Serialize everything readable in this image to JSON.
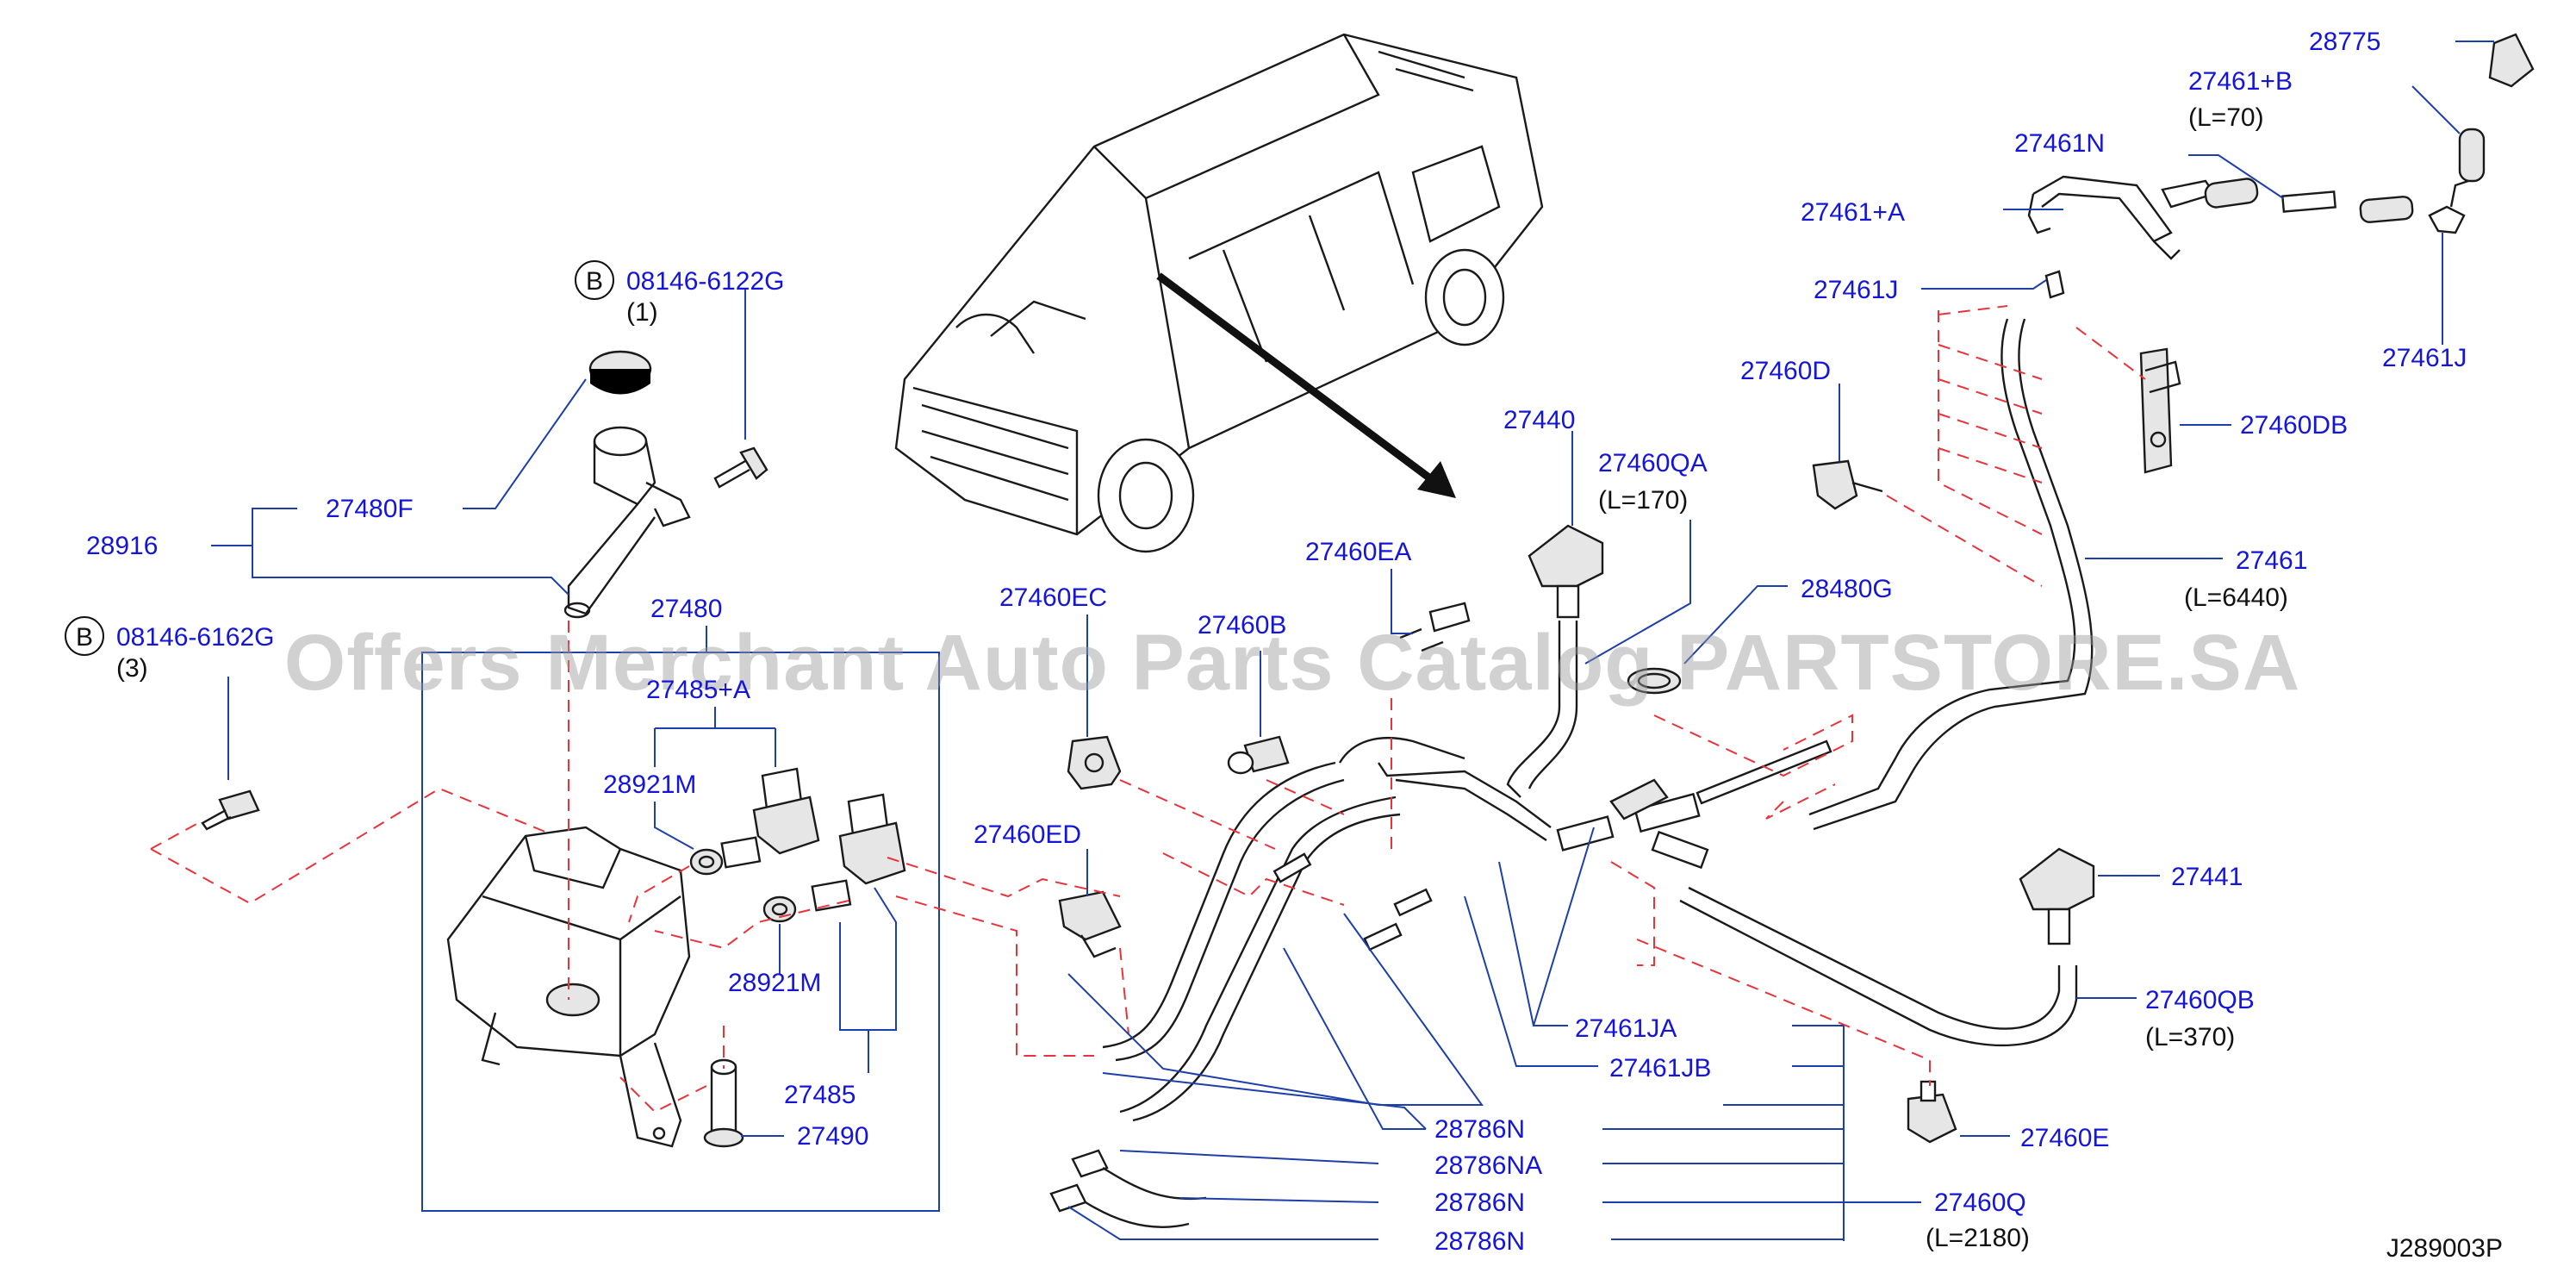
{
  "diagram_id": "J289003P",
  "watermark": "Offers Merchant Auto Parts Catalog PARTSTORE.SA",
  "bolt_callouts": [
    {
      "letter": "B",
      "number": "08146-6122G",
      "qty": "(1)"
    },
    {
      "letter": "B",
      "number": "08146-6162G",
      "qty": "(3)"
    }
  ],
  "labels": {
    "p28916": "28916",
    "p27480F": "27480F",
    "p27480": "27480",
    "p27485A": "27485+A",
    "p28921M_top": "28921M",
    "p28921M_bot": "28921M",
    "p27485": "27485",
    "p27490": "27490",
    "p27460EC": "27460EC",
    "p27460EA": "27460EA",
    "p27460B": "27460B",
    "p27460ED": "27460ED",
    "p27440": "27440",
    "p27460QA": "27460QA",
    "p27460QA_len": "(L=170)",
    "p28480G": "28480G",
    "p27460D": "27460D",
    "p27461J_left": "27461J",
    "p27461A": "27461+A",
    "p27461N": "27461N",
    "p27461B": "27461+B",
    "p27461B_len": "(L=70)",
    "p28775": "28775",
    "p27461J_right": "27461J",
    "p27460DB": "27460DB",
    "p27461": "27461",
    "p27461_len": "(L=6440)",
    "p27441": "27441",
    "p27460QB": "27460QB",
    "p27460QB_len": "(L=370)",
    "p27461JA": "27461JA",
    "p27461JB": "27461JB",
    "p28786N_1": "28786N",
    "p28786NA": "28786NA",
    "p28786N_2": "28786N",
    "p28786N_3": "28786N",
    "p27460E": "27460E",
    "p27460Q": "27460Q",
    "p27460Q_len": "(L=2180)"
  },
  "colors": {
    "label_blue": "#1515d8",
    "leader_blue": "#1c3fa8",
    "dash_red": "#e8333a",
    "line_black": "#1a1a1a"
  }
}
